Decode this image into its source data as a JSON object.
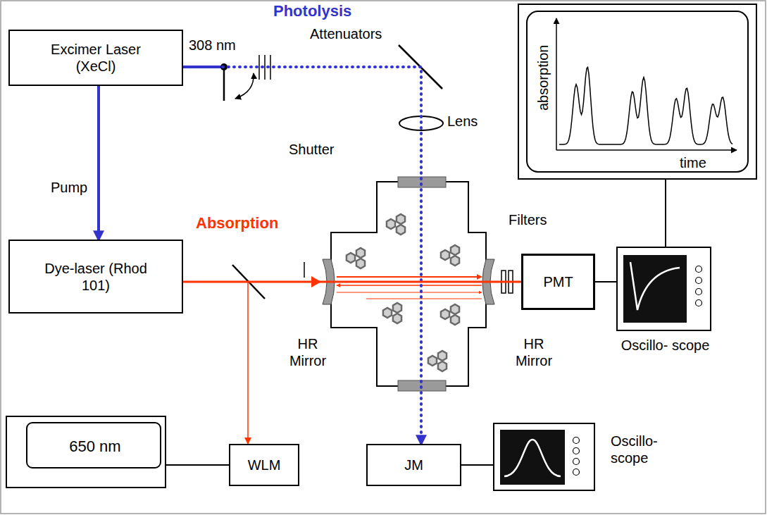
{
  "diagram": {
    "nodes": [
      {
        "text": [
          "Excimer Laser (XeCl)"
        ]
      },
      {
        "text": [
          "absorption",
          "time"
        ]
      },
      {
        "text": [
          "Dye-laser (Rhod 101)"
        ]
      },
      {
        "text": [
          "PMT"
        ]
      },
      {
        "text": [
          "Oscillo- scope"
        ]
      },
      {
        "text": [
          "650 nm"
        ]
      },
      {
        "text": [
          "WLM"
        ]
      },
      {
        "text": [
          "JM"
        ]
      },
      {
        "text": [
          "Oscillo- scope"
        ]
      }
    ],
    "edges": [
      {
        "from": 0,
        "to": 2,
        "arrow": "to",
        "label": "Pump"
      },
      {
        "from": 0,
        "to": 7,
        "arrow": "to",
        "label": "308 nm"
      },
      {
        "from": 2,
        "to": 3,
        "arrow": "none"
      },
      {
        "from": 2,
        "to": 6,
        "arrow": "to"
      },
      {
        "from": 6,
        "to": 5,
        "arrow": "none"
      },
      {
        "from": 7,
        "to": 8,
        "arrow": "none"
      },
      {
        "from": 3,
        "to": 4,
        "arrow": "none"
      },
      {
        "from": 4,
        "to": 1,
        "arrow": "none"
      }
    ],
    "labels": [
      "Photolysis",
      "Attenuators",
      "Shutter",
      "Lens",
      "Absorption",
      "Filters",
      "HR Mirror",
      "HR Mirror"
    ]
  }
}
